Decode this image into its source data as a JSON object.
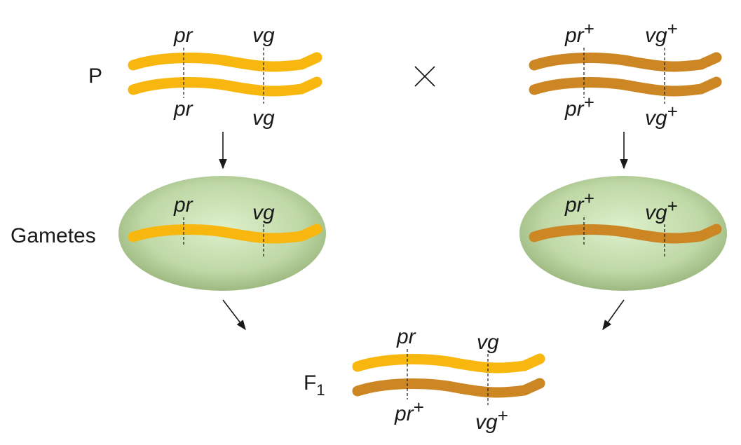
{
  "labels": {
    "parental": "P",
    "cross_symbol": "×",
    "gametes": "Gametes",
    "f1_letter": "F",
    "f1_subscript": "1"
  },
  "alleles": {
    "pr": "pr",
    "vg": "vg",
    "wild_type_mark": "+"
  },
  "colors": {
    "mutant_chromosome": "#F8B70E",
    "wild_type_chromosome": "#CC8623",
    "gamete_cell_light": "#D9EDC6",
    "gamete_cell_dark": "#9DB980",
    "text": "#1a1a1a"
  }
}
